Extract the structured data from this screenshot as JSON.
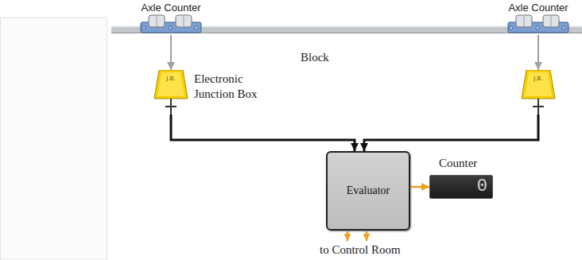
{
  "diagram": {
    "nodes": [
      {
        "text": [
          "Axle Counter"
        ]
      },
      {
        "text": [
          "Axle Counter"
        ]
      },
      {
        "text": [
          "J.B.",
          "Electronic Junction Box"
        ]
      },
      {
        "text": [
          "J.B."
        ]
      },
      {
        "text": [
          "Evaluator"
        ]
      },
      {
        "text": [
          "Counter",
          "0"
        ]
      }
    ],
    "edges": [
      {
        "from": 0,
        "to": 2,
        "arrow": "to"
      },
      {
        "from": 1,
        "to": 3,
        "arrow": "to"
      },
      {
        "from": 2,
        "to": 4,
        "arrow": "to"
      },
      {
        "from": 3,
        "to": 4,
        "arrow": "to"
      },
      {
        "from": 4,
        "to": 5,
        "arrow": "to"
      }
    ],
    "labels": [
      "Block",
      "to Control Room"
    ]
  }
}
